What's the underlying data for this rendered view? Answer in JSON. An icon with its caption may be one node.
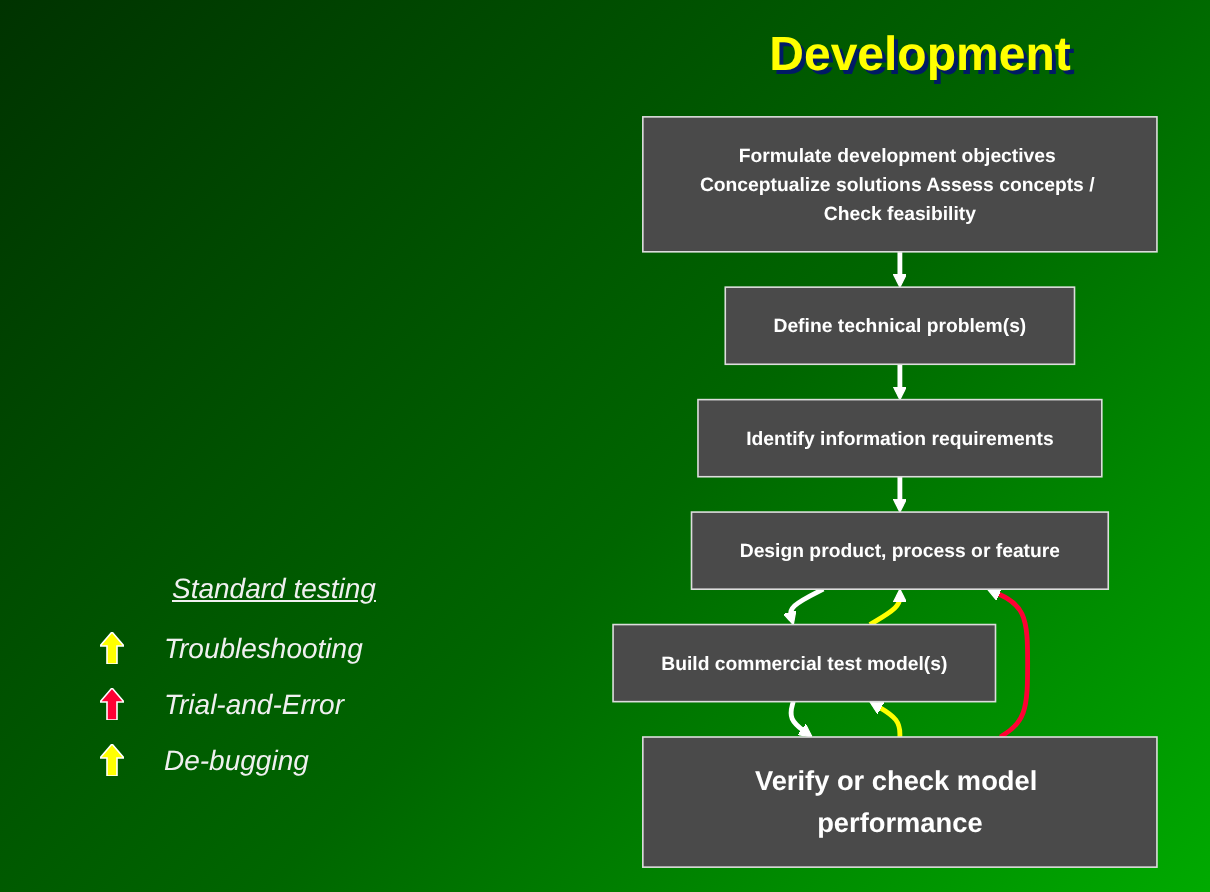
{
  "diagram": {
    "title": "Development",
    "nodes": [
      {
        "text": [
          "Formulate development objectives Conceptualize solutions Assess concepts / Check feasibility"
        ]
      },
      {
        "text": [
          "Define technical problem(s)"
        ]
      },
      {
        "text": [
          "Identify information requirements"
        ]
      },
      {
        "text": [
          "Design product, process or feature"
        ]
      },
      {
        "text": [
          "Build commercial test model(s)"
        ]
      },
      {
        "text": [
          "Verify or check model performance"
        ]
      }
    ],
    "edges": [
      {
        "from": 0,
        "to": 1,
        "arrow": "to"
      },
      {
        "from": 1,
        "to": 2,
        "arrow": "to"
      },
      {
        "from": 2,
        "to": 3,
        "arrow": "to"
      },
      {
        "from": 3,
        "to": 4,
        "arrow": "to"
      },
      {
        "from": 4,
        "to": 5,
        "arrow": "to"
      },
      {
        "from": 4,
        "to": 3,
        "arrow": "to",
        "color": "#ffff00"
      },
      {
        "from": 5,
        "to": 4,
        "arrow": "to",
        "color": "#ffff00"
      },
      {
        "from": 5,
        "to": 3,
        "arrow": "to",
        "color": "#ff0033"
      }
    ],
    "labels": [
      "Standard testing"
    ],
    "legend": [
      {
        "text": "Troubleshooting",
        "color": "#ffff00"
      },
      {
        "text": "Trial-and-Error",
        "color": "#ff0033"
      },
      {
        "text": "De-bugging",
        "color": "#ffff00"
      }
    ]
  }
}
